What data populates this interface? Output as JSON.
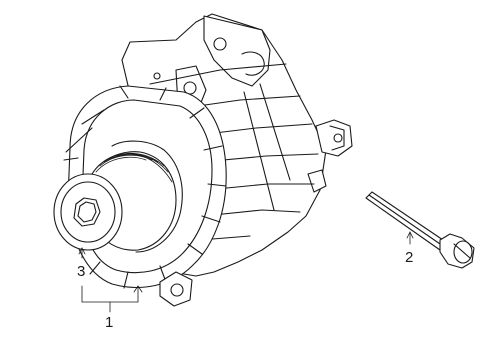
{
  "diagram": {
    "callouts": [
      {
        "id": "1",
        "label": "1"
      },
      {
        "id": "2",
        "label": "2"
      },
      {
        "id": "3",
        "label": "3"
      }
    ],
    "parts": [
      {
        "name": "alternator-assembly-icon"
      },
      {
        "name": "mounting-bolt-icon"
      },
      {
        "name": "pulley-icon"
      }
    ]
  }
}
